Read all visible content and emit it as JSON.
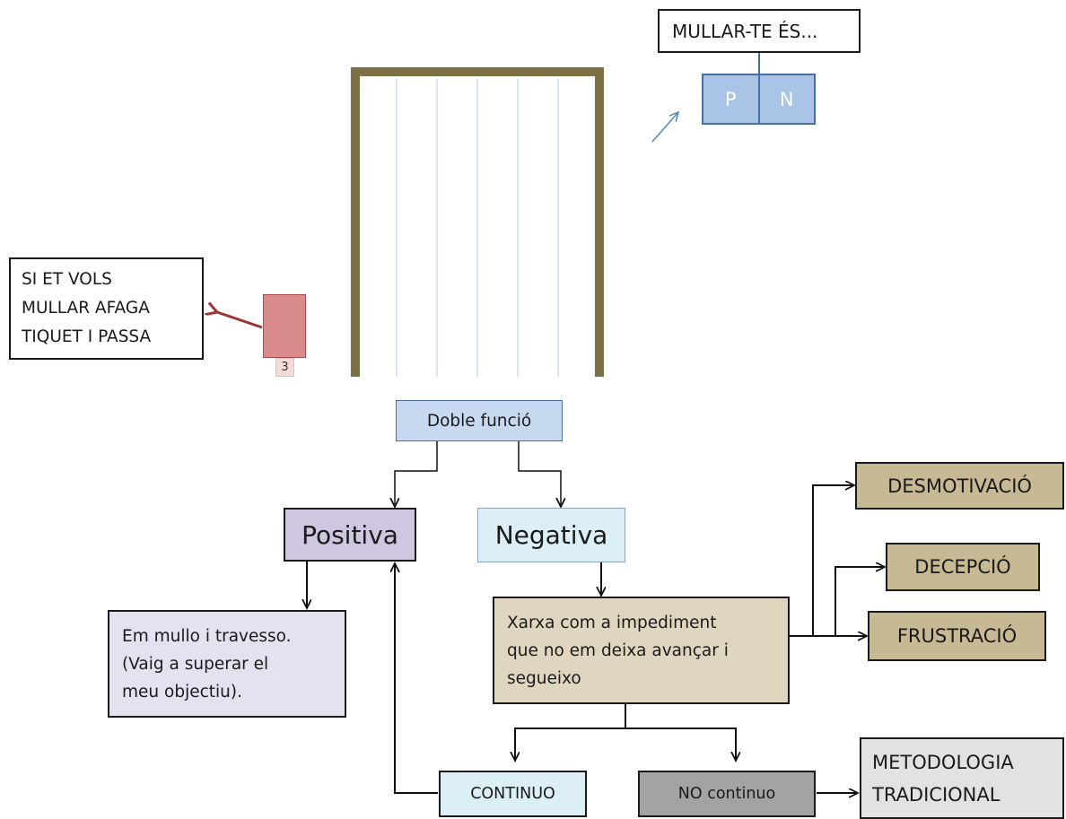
{
  "colors": {
    "frame": "#7b7046",
    "net_line": "#c9dbef",
    "pn_fill": "#a9c4e6",
    "pn_border": "#4a6f9c",
    "ticket_fill": "#d98a8a",
    "ticket_border": "#a84a4a",
    "arrow_red": "#9a3535",
    "arrow_blue": "#4f87c6",
    "doble_fill": "#c6d9f1",
    "positiva_fill": "#cfc7e0",
    "negativa_fill": "#dceef6",
    "em_mullo_fill": "#e6e1ef",
    "xarxa_fill": "#ded6be",
    "outcome_fill": "#c8b995",
    "continuo_fill": "#dceef6",
    "no_continuo_fill": "#a3a3a3",
    "metodologia_fill": "#e2e2e2"
  },
  "mullar": {
    "title": "MULLAR-TE ÉS...",
    "p": "P",
    "n": "N"
  },
  "ticket": {
    "number": "3"
  },
  "si_et_vols": {
    "line1": "SI ET VOLS",
    "line2": "MULLAR AFAGA",
    "line3": "TIQUET I PASSA"
  },
  "doble_funcio": "Doble funció",
  "positiva": "Positiva",
  "negativa": "Negativa",
  "em_mullo": {
    "line1": "Em mullo i travesso.",
    "line2": "(Vaig a superar el",
    "line3": "meu objectiu)."
  },
  "xarxa": {
    "line1": "Xarxa com a impediment",
    "line2": "que no em deixa avançar i",
    "line3": "segueixo"
  },
  "outcomes": {
    "desmotivacio": "DESMOTIVACIÓ",
    "decepcio": "DECEPCIÓ",
    "frustracio": "FRUSTRACIÓ"
  },
  "continuo": "CONTINUO",
  "no_continuo": "NO continuo",
  "metodologia": {
    "line1": "METODOLOGIA",
    "line2": "TRADICIONAL"
  }
}
